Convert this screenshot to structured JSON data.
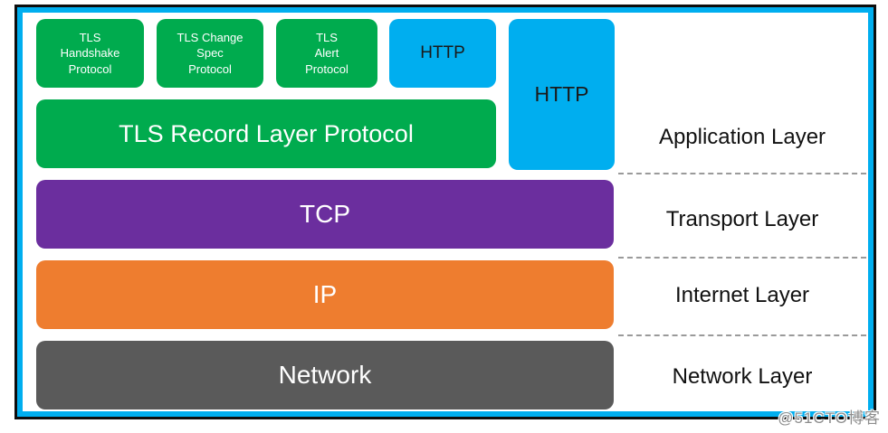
{
  "colors": {
    "frame_outer": "#0d0d0d",
    "frame_inner": "#00aeef",
    "green": "#00ab4e",
    "blue": "#00aeef",
    "purple": "#6b2e9e",
    "orange": "#ee7d2f",
    "gray": "#5a5a5a",
    "dashed_line": "#9a9a9a",
    "label_text": "#111111",
    "watermark_text": "#8d8d8d"
  },
  "top_row": [
    {
      "label": "TLS\nHandshake\nProtocol"
    },
    {
      "label": "TLS Change\nSpec\nProtocol"
    },
    {
      "label": "TLS\nAlert\nProtocol"
    },
    {
      "label": "HTTP"
    }
  ],
  "http_tall": {
    "label": "HTTP"
  },
  "record_layer": {
    "label": "TLS Record Layer Protocol"
  },
  "tcp": {
    "label": "TCP"
  },
  "ip": {
    "label": "IP"
  },
  "network": {
    "label": "Network"
  },
  "layer_labels": [
    {
      "label": "Application Layer"
    },
    {
      "label": "Transport Layer"
    },
    {
      "label": "Internet Layer"
    },
    {
      "label": "Network Layer"
    }
  ],
  "watermark": "@51CTO博客"
}
